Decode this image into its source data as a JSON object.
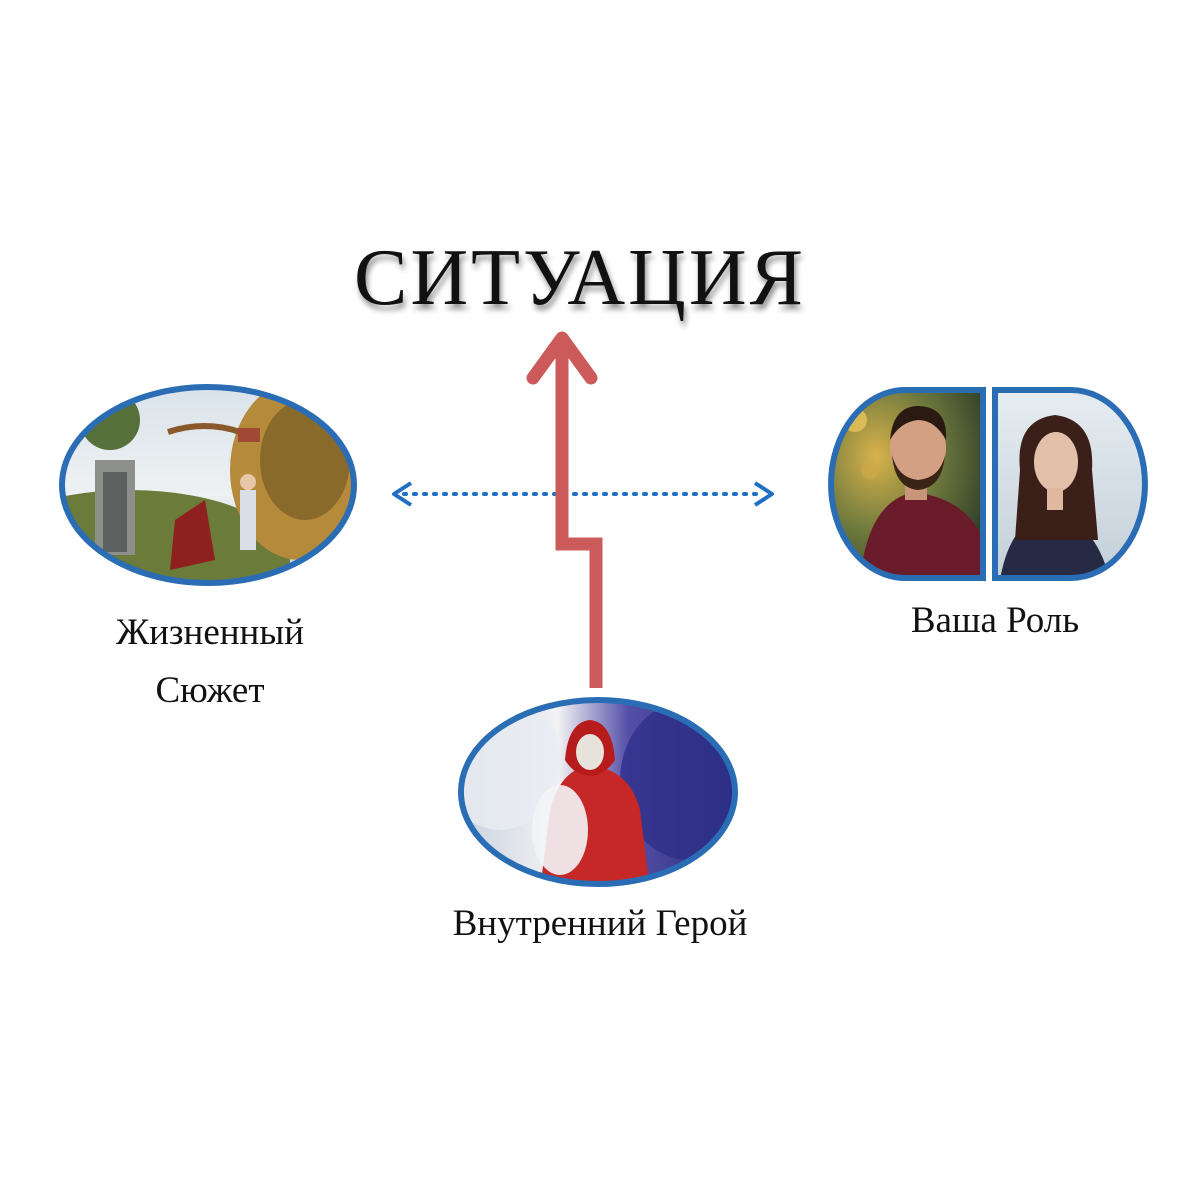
{
  "diagram": {
    "title": "СИТУАЦИЯ",
    "nodes": [
      {
        "id": "plot",
        "lines": [
          "Жизненный",
          "Сюжет"
        ],
        "image": "landscape-scene-photo"
      },
      {
        "id": "role",
        "lines": [
          "Ваша Роль"
        ],
        "image": "man-and-woman-portraits"
      },
      {
        "id": "hero",
        "lines": [
          "Внутренний Герой"
        ],
        "image": "hooded-figure-smoke-photo"
      }
    ],
    "edges": [
      {
        "from": "hero",
        "to": "title",
        "style": "solid-zigzag-arrow",
        "color": "#cc5a5a"
      },
      {
        "from": "plot",
        "to": "role",
        "style": "dotted-double-arrow",
        "color": "#1f6fc4"
      }
    ],
    "colors": {
      "frame": "#2a6db5",
      "arrow_main": "#cc5a5a",
      "arrow_dotted": "#1f6fc4",
      "text": "#111111"
    }
  }
}
